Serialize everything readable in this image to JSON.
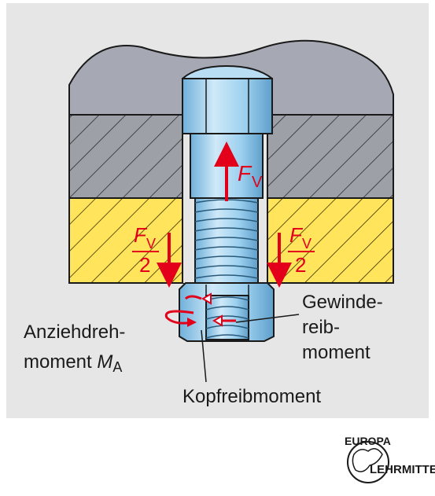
{
  "labels": {
    "force_symbol": "F",
    "force_subscript": "V",
    "half_numerator_symbol": "F",
    "half_numerator_subscript": "V",
    "half_denominator": "2",
    "thread_torque_line1": "Gewinde-",
    "thread_torque_line2": "reib-",
    "thread_torque_line3": "moment",
    "tightening_line1": "Anziehdreh-",
    "tightening_line2_text": "moment ",
    "tightening_symbol": "M",
    "tightening_subscript": "A",
    "head_friction": "Kopfreibmoment"
  },
  "logo": {
    "top_text": "EUROPA",
    "bottom_text": "LEHRMITTEL"
  },
  "colors": {
    "background_panel": "#e6e6e6",
    "top_plate": "#a6a9b4",
    "middle_plate": "#9ea0a8",
    "bottom_plate": "#ffe45c",
    "bolt": "#a8d5f0",
    "force_arrows": "#e2001a"
  }
}
